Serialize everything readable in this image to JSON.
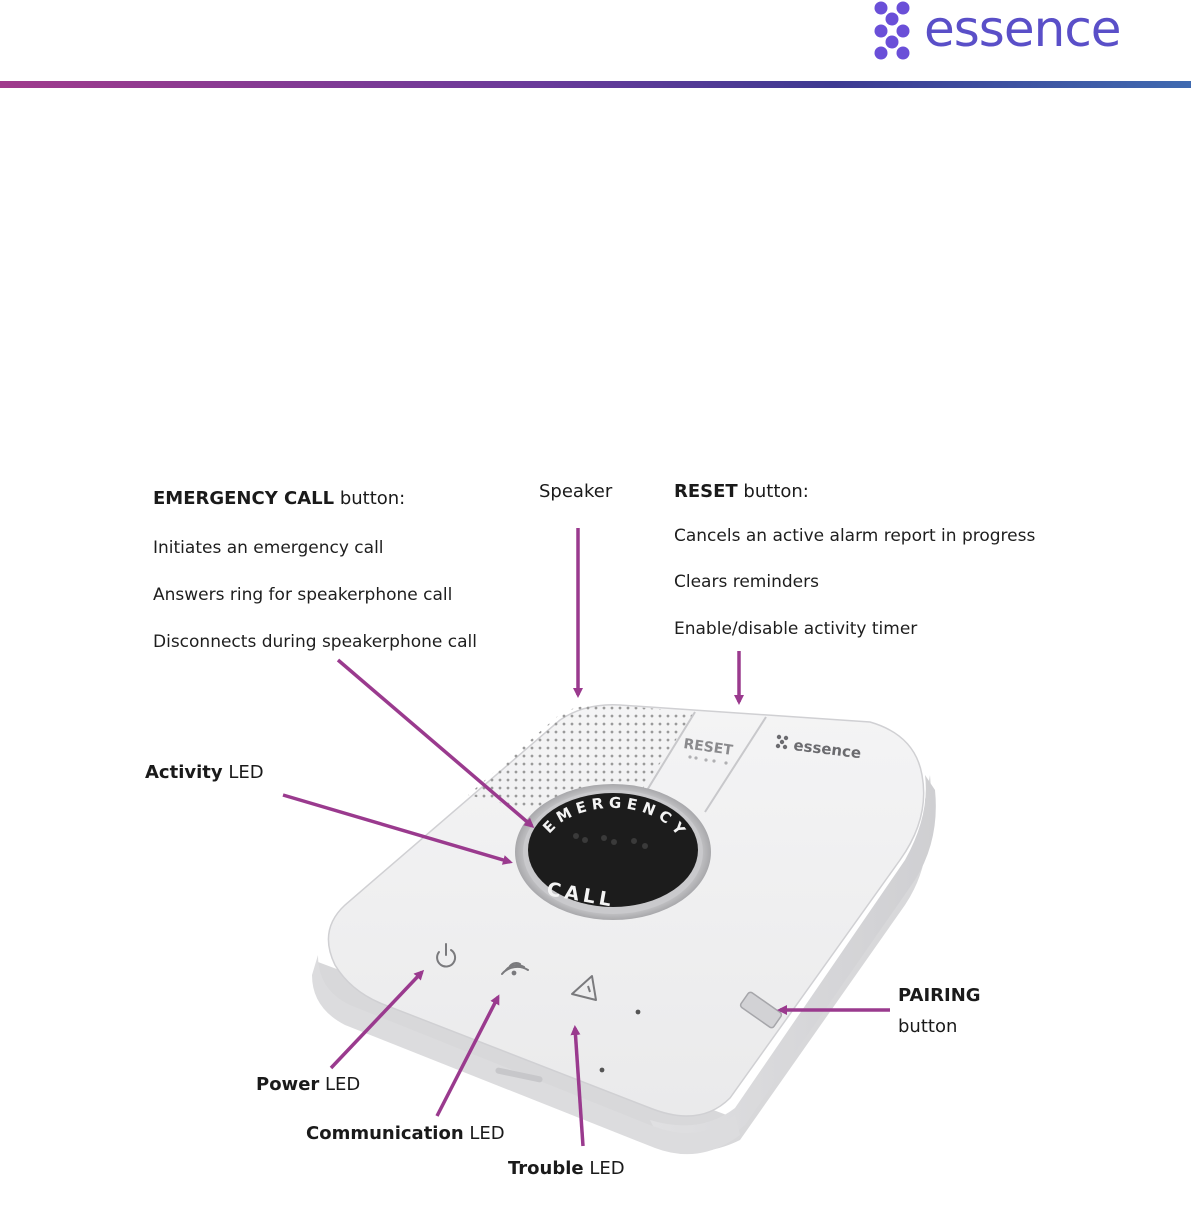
{
  "header": {
    "logo_text": "essence",
    "logo_color": "#5a4fc8",
    "bar_colors": [
      "#a03a8c",
      "#3f6ab0"
    ]
  },
  "device": {
    "button_text_top": "EMERGENCY",
    "button_text_bottom": "CALL",
    "reset_key_text": "RESET",
    "device_logo_text": "essence"
  },
  "callouts": {
    "emergency": {
      "title_bold": "EMERGENCY CALL",
      "title_rest": " button:",
      "lines": [
        "Initiates an emergency call",
        "Answers ring for speakerphone call",
        "Disconnects during speakerphone call"
      ]
    },
    "speaker": {
      "title": "Speaker"
    },
    "reset": {
      "title_bold": "RESET",
      "title_rest": " button:",
      "lines": [
        "Cancels an active alarm report in progress",
        "Clears reminders",
        "Enable/disable activity timer"
      ]
    },
    "activity": {
      "bold": "Activity",
      "rest": " LED"
    },
    "pairing": {
      "bold": "PAIRING",
      "rest": "button"
    },
    "power": {
      "bold": "Power",
      "rest": " LED"
    },
    "communication": {
      "bold": "Communication",
      "rest": " LED"
    },
    "trouble": {
      "bold": "Trouble",
      "rest": " LED"
    }
  },
  "colors": {
    "arrow": "#9a3a8e",
    "device_body": "#eeeeef",
    "button_face": "#1c1c1c"
  }
}
